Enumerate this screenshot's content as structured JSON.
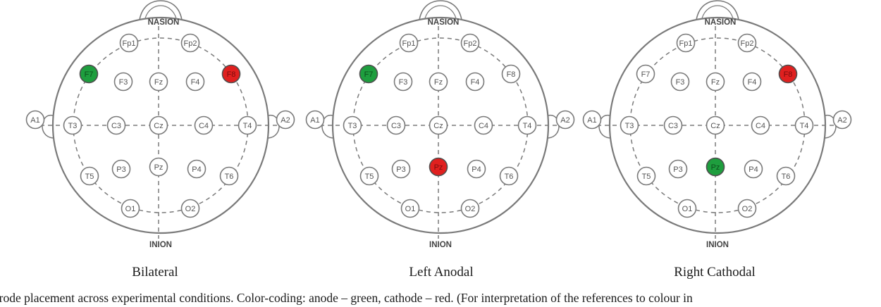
{
  "landmarks": {
    "top": "NASION",
    "bottom": "INION"
  },
  "electrodes": [
    {
      "id": "Fp1",
      "label": "Fp1"
    },
    {
      "id": "Fp2",
      "label": "Fp2"
    },
    {
      "id": "F7",
      "label": "F7"
    },
    {
      "id": "F3",
      "label": "F3"
    },
    {
      "id": "Fz",
      "label": "Fz"
    },
    {
      "id": "F4",
      "label": "F4"
    },
    {
      "id": "F8",
      "label": "F8"
    },
    {
      "id": "A1",
      "label": "A1"
    },
    {
      "id": "T3",
      "label": "T3"
    },
    {
      "id": "C3",
      "label": "C3"
    },
    {
      "id": "Cz",
      "label": "Cz"
    },
    {
      "id": "C4",
      "label": "C4"
    },
    {
      "id": "T4",
      "label": "T4"
    },
    {
      "id": "A2",
      "label": "A2"
    },
    {
      "id": "T5",
      "label": "T5"
    },
    {
      "id": "P3",
      "label": "P3"
    },
    {
      "id": "Pz",
      "label": "Pz"
    },
    {
      "id": "P4",
      "label": "P4"
    },
    {
      "id": "T6",
      "label": "T6"
    },
    {
      "id": "O1",
      "label": "O1"
    },
    {
      "id": "O2",
      "label": "O2"
    }
  ],
  "colors": {
    "anode": "#1e9e3e",
    "cathode": "#e0201f",
    "outline": "#7a7a7a",
    "label": "#555555"
  },
  "panels": [
    {
      "title": "Bilateral",
      "anode": [
        "F7"
      ],
      "cathode": [
        "F8"
      ]
    },
    {
      "title": "Left Anodal",
      "anode": [
        "F7"
      ],
      "cathode": [
        "Pz"
      ]
    },
    {
      "title": "Right Cathodal",
      "anode": [
        "Pz"
      ],
      "cathode": [
        "F8"
      ]
    }
  ],
  "caption": "ctrode placement across experimental conditions. Color-coding: anode – green, cathode – red. (For interpretation of the references to colour in"
}
